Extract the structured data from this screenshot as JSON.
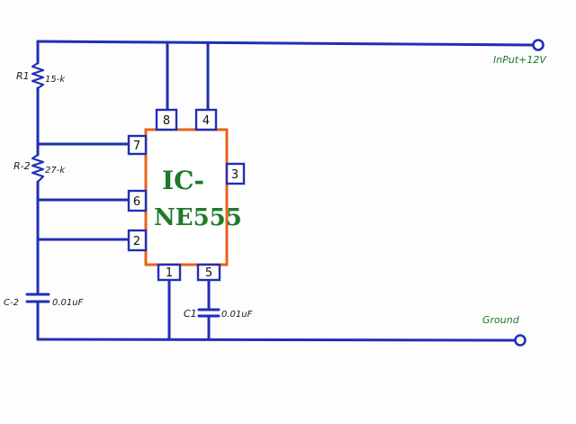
{
  "ic": {
    "line1": "IC-",
    "line2": "NE555"
  },
  "pins": {
    "p8": "8",
    "p4": "4",
    "p7": "7",
    "p3": "3",
    "p6": "6",
    "p2": "2",
    "p1": "1",
    "p5": "5"
  },
  "components": {
    "r1_name": "R1",
    "r1_value": "15-k",
    "r2_name": "R-2",
    "r2_value": "27-k",
    "c2_name": "C-2",
    "c2_value": "0.01uF",
    "c1_name": "C1",
    "c1_value": "0.01uF"
  },
  "terminals": {
    "input_label": "InPut+12V",
    "ground_label": "Ground"
  },
  "colors": {
    "wire": "#1f2fb5",
    "chip_outline": "#e8631a",
    "chip_text": "#1d7a2a"
  }
}
